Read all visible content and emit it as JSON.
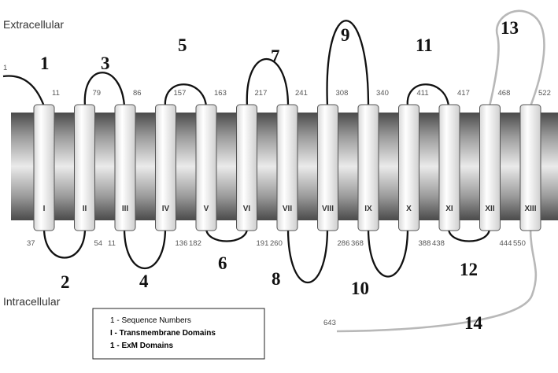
{
  "labels": {
    "extracellular": "Extracellular",
    "intracellular": "Intracellular"
  },
  "legend": {
    "items": [
      {
        "key": "1",
        "text": "Sequence Numbers"
      },
      {
        "key": "I",
        "text": "Transmembrane Domains"
      },
      {
        "key": "1",
        "text": "ExM Domains"
      }
    ]
  },
  "helices": [
    {
      "label": "I",
      "top": "11",
      "bottom": "37"
    },
    {
      "label": "II",
      "top": "79",
      "bottom": "54"
    },
    {
      "label": "III",
      "top": "86",
      "bottom": "11"
    },
    {
      "label": "IV",
      "top": "157",
      "bottom": "136"
    },
    {
      "label": "V",
      "top": "163",
      "bottom": "182"
    },
    {
      "label": "VI",
      "top": "217",
      "bottom": "191"
    },
    {
      "label": "VII",
      "top": "241",
      "bottom": "260"
    },
    {
      "label": "VIII",
      "top": "308",
      "bottom": "286"
    },
    {
      "label": "IX",
      "top": "340",
      "bottom": "368"
    },
    {
      "label": "X",
      "top": "411",
      "bottom": "388"
    },
    {
      "label": "XI",
      "top": "417",
      "bottom": "438"
    },
    {
      "label": "XII",
      "top": "468",
      "bottom": "444"
    },
    {
      "label": "XIII",
      "top": "522",
      "bottom": "550"
    }
  ],
  "termini": {
    "n": "1",
    "c": "643"
  },
  "domains": [
    "1",
    "2",
    "3",
    "4",
    "5",
    "6",
    "7",
    "8",
    "9",
    "10",
    "11",
    "12",
    "13",
    "14"
  ],
  "colors": {
    "loop": "#111111",
    "gray_loop": "#b8b8b8",
    "membrane_dark": "#555555",
    "membrane_light": "#e4e4e4"
  }
}
